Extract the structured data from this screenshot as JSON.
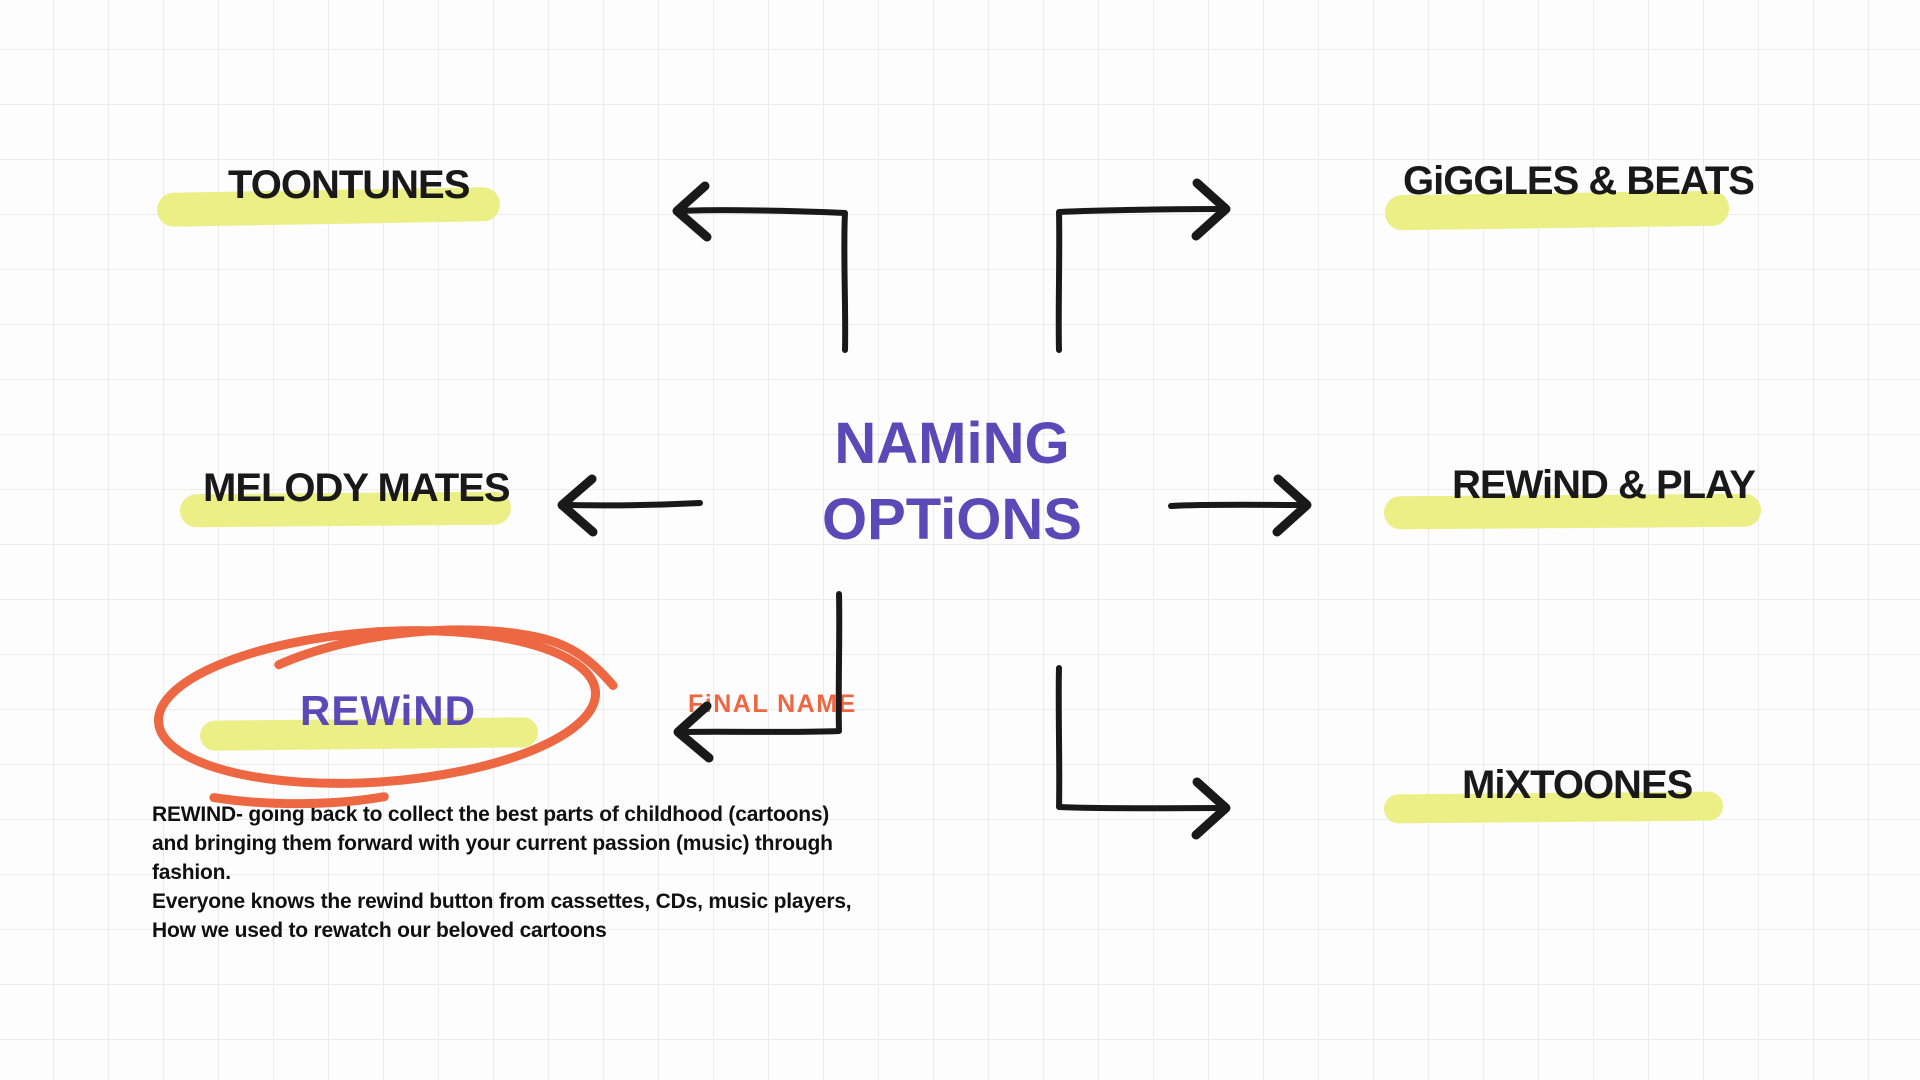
{
  "board": {
    "title": "NAMiNG OPTiONS",
    "options": [
      {
        "label": "TOONTUNES"
      },
      {
        "label": "GiGGLES & BEATS"
      },
      {
        "label": "MELODY MATES"
      },
      {
        "label": "REWiND & PLAY"
      },
      {
        "label": "MiXTOONES"
      }
    ],
    "final": {
      "tag": "FiNAL NAME",
      "name": "REWiND",
      "notes": [
        "REWIND- going back to collect the best parts of childhood (cartoons)",
        "and bringing them forward with your current passion (music) through",
        "fashion.",
        "Everyone knows the rewind button from cassettes, CDs, music players,",
        "How we used to rewatch our beloved cartoons"
      ]
    },
    "colors": {
      "purple": "#5a49b7",
      "yellow": "#ebef85",
      "orange": "#ee6743",
      "ink": "#191919",
      "grid": "#ececec",
      "background": "#fdfdfd"
    }
  }
}
